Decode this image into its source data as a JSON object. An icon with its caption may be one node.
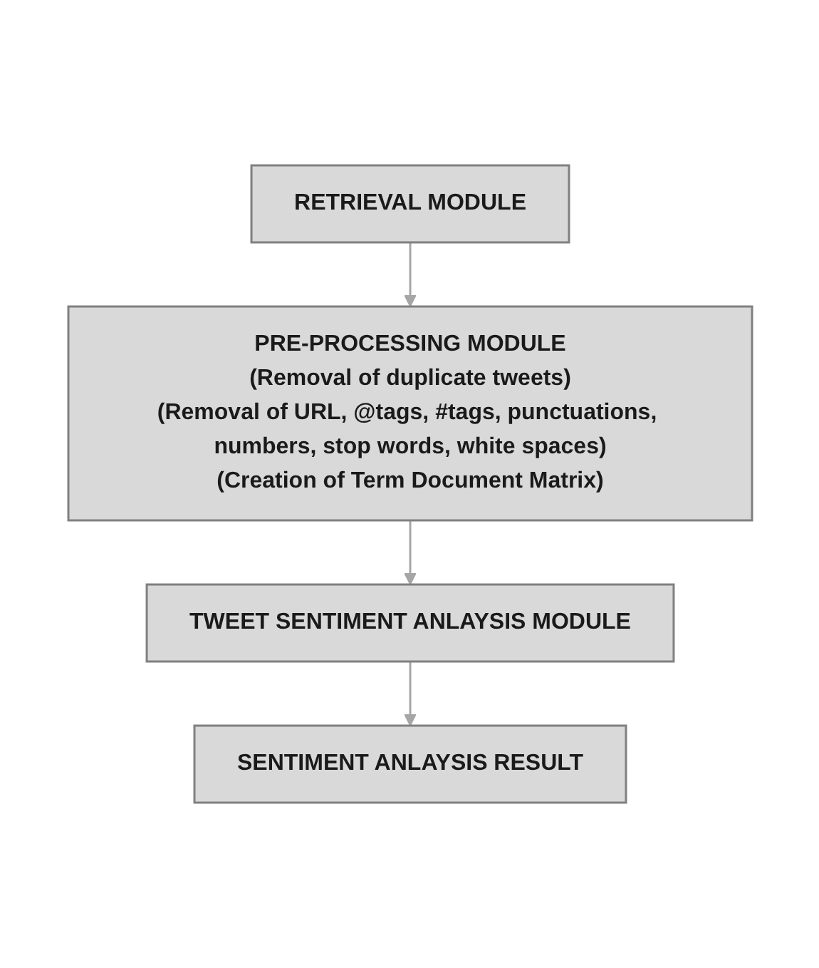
{
  "diagram": {
    "nodes": [
      {
        "text": [
          "RETRIEVAL MODULE"
        ]
      },
      {
        "text": [
          "PRE-PROCESSING MODULE",
          "(Removal of duplicate tweets)",
          "(Removal of URL, @tags, #tags, punctuations, numbers, stop words, white spaces)",
          "(Creation of Term Document Matrix)"
        ]
      },
      {
        "text": [
          "TWEET SENTIMENT ANLAYSIS MODULE"
        ]
      },
      {
        "text": [
          "SENTIMENT ANLAYSIS RESULT"
        ]
      }
    ],
    "edges": [
      {
        "from": 0,
        "to": 1,
        "arrow": "to"
      },
      {
        "from": 1,
        "to": 2,
        "arrow": "to"
      },
      {
        "from": 2,
        "to": 3,
        "arrow": "to"
      }
    ]
  }
}
